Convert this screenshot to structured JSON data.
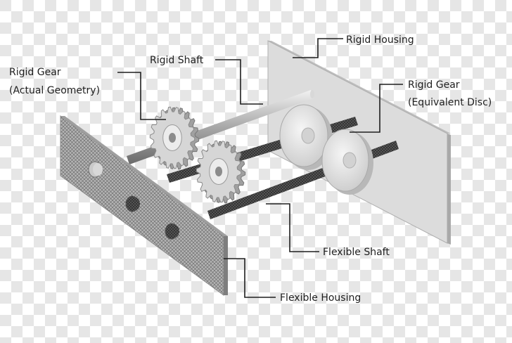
{
  "labels": {
    "rigid_housing": "Rigid Housing",
    "rigid_shaft": "Rigid Shaft",
    "rigid_gear_actual_line1": "Rigid Gear",
    "rigid_gear_actual_line2": "(Actual Geometry)",
    "rigid_gear_equiv_line1": "Rigid Gear",
    "rigid_gear_equiv_line2": "(Equivalent Disc)",
    "flexible_shaft": "Flexible Shaft",
    "flexible_housing": "Flexible Housing"
  },
  "colors": {
    "checker_light": "#ffffff",
    "checker_dark": "#e6e6e6",
    "leader_line": "#1e1e1e",
    "rigid_housing": "#dcdcdc",
    "mesh": "#9a9a9a",
    "disc": "#e4e4e4"
  }
}
